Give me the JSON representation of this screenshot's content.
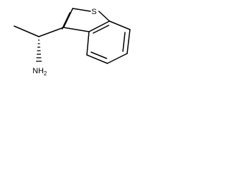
{
  "molecule": {
    "atoms": {
      "sulfur": "S",
      "amine": "NH",
      "amine_subscript": "2"
    }
  },
  "colors": {
    "bond": "#000000",
    "background": "#ffffff"
  }
}
